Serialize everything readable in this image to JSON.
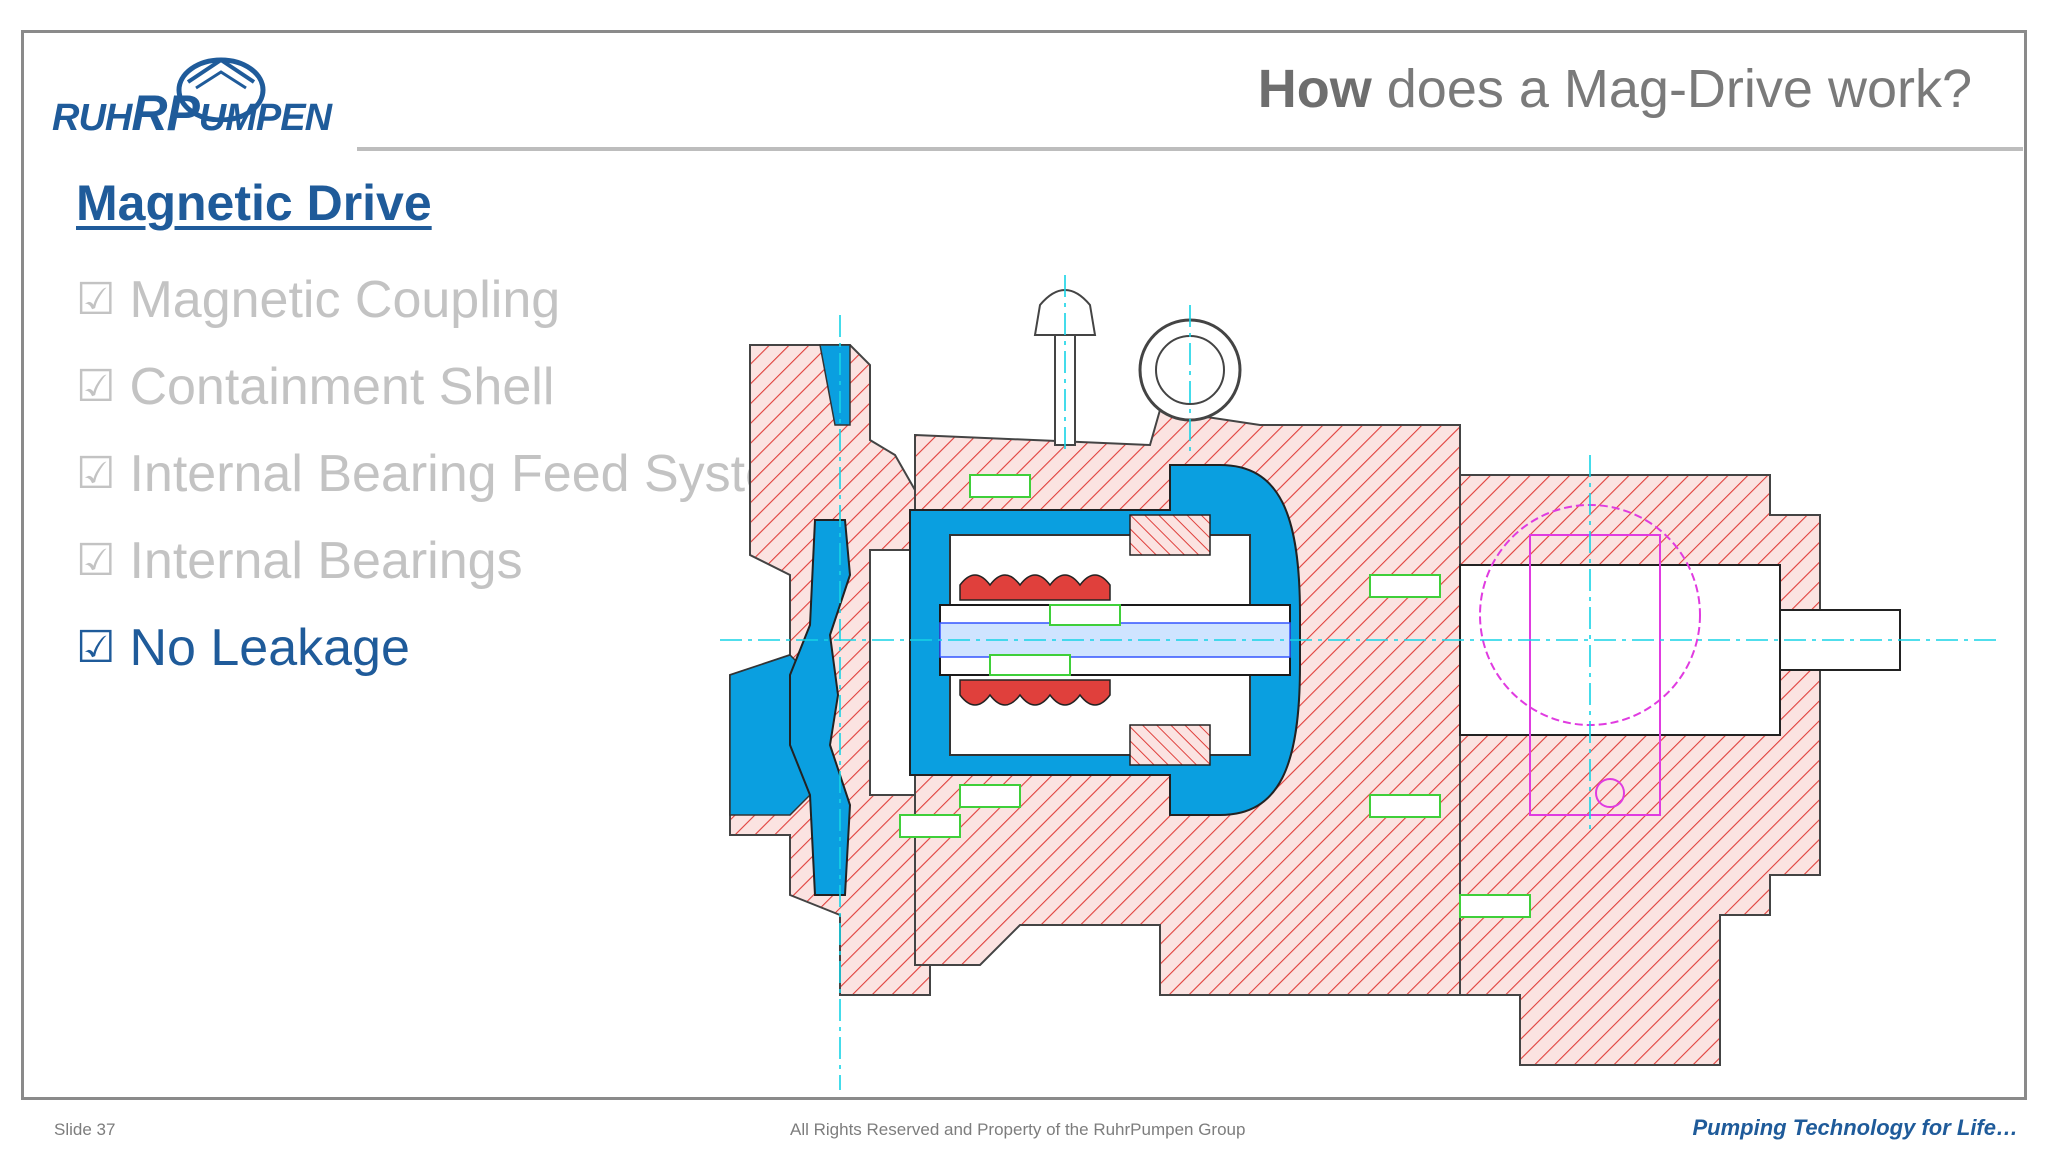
{
  "logo": {
    "text_a": "RUH",
    "text_b": "R",
    "text_c": "P",
    "text_d": "UMPEN"
  },
  "title": {
    "bold": "How",
    "rest": " does a Mag-Drive work?"
  },
  "heading": "Magnetic Drive",
  "bullets": [
    {
      "check": "☑",
      "label": "Magnetic Coupling",
      "state": "dimmed"
    },
    {
      "check": "☑",
      "label": "Containment Shell",
      "state": "dimmed"
    },
    {
      "check": "☑",
      "label": "Internal Bearing Feed System",
      "state": "dimmed"
    },
    {
      "check": "☑",
      "label": "Internal Bearings",
      "state": "dimmed"
    },
    {
      "check": "☑",
      "label": "No Leakage",
      "state": "active"
    }
  ],
  "footer": {
    "slide": "Slide 37",
    "rights": "All Rights Reserved and Property of the RuhrPumpen Group",
    "tagline": "Pumping Technology for Life…"
  },
  "colors": {
    "brand_blue": "#1f5b9a",
    "dimmed_text": "#c3c3c3",
    "hatch_red": "#e0403c",
    "fluid_blue": "#0a9fe0",
    "centerline_cyan": "#16d4e6",
    "bolt_green": "#3fcf3a",
    "motor_magenta": "#e03be0"
  },
  "diagram": {
    "icon": "mag-drive-pump-cross-section"
  }
}
